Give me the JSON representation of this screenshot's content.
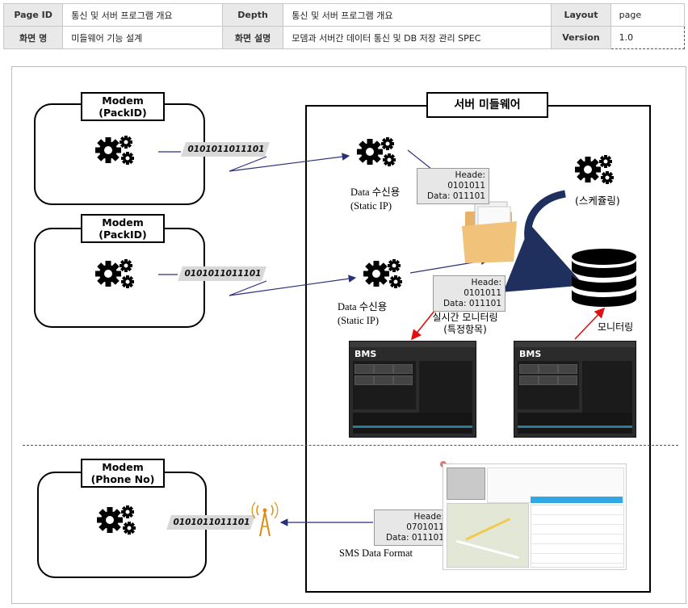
{
  "header": {
    "page_id_label": "Page ID",
    "page_id_value": "통신 및 서버 프로그램 개요",
    "depth_label": "Depth",
    "depth_value": "통신 및 서버 프로그램 개요",
    "layout_label": "Layout",
    "layout_value": "page",
    "screen_name_label": "화면 명",
    "screen_name_value": "미들웨어 기능 설계",
    "screen_desc_label": "화면 설명",
    "screen_desc_value": "모뎀과 서버간 데이터 통신 및 DB 저장 관리 SPEC",
    "version_label": "Version",
    "version_value": "1.0"
  },
  "diagram": {
    "modem1": {
      "title": "Modem\n(PackID)",
      "binary": "0101011011101"
    },
    "modem2": {
      "title": "Modem\n(PackID)",
      "binary": "0101011011101"
    },
    "modem3": {
      "title": "Modem\n(Phone No)",
      "binary": "0101011011101"
    },
    "server_title": "서버 미들웨어",
    "receiver1": {
      "line1": "Data 수신용",
      "line2": "(Static IP)"
    },
    "receiver2": {
      "line1": "Data 수신용",
      "line2": "(Static IP)"
    },
    "packet1": {
      "head": "Heade: 0101011",
      "data": "Data: 011101"
    },
    "packet2": {
      "head": "Heade: 0101011",
      "data": "Data: 011101"
    },
    "packet3": {
      "head": "Heade: 0701011",
      "data": "Data: 011101"
    },
    "scheduling": "(스케쥴링)",
    "realtime_label": {
      "line1": "실시간 모니터링",
      "line2": "(특정항목)"
    },
    "monitoring_label": "모니터링",
    "sms_label": "SMS Data Format",
    "bms_logo": "BMS"
  },
  "colors": {
    "arrow_blue": "#2a2f7a",
    "arrow_red": "#e01010",
    "divider": "#8a2a7a",
    "scheduler_arc": "#1f2f5e"
  }
}
